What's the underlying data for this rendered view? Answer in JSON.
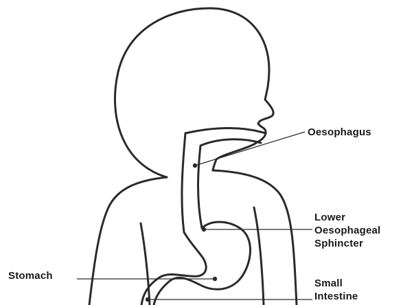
{
  "labels": {
    "oesophagus": "Oesophagus",
    "lower_oesophageal_sphincter": [
      "Lower",
      "Oesophageal",
      "Sphincter"
    ],
    "stomach": "Stomach",
    "small_intestine": [
      "Small",
      "Intestine"
    ]
  },
  "colors": {
    "outline": "#2a2a2a",
    "text": "#1a1a1a",
    "background": "#ffffff"
  }
}
